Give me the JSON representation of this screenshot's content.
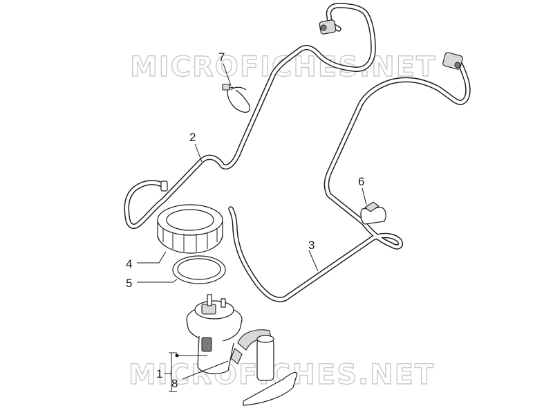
{
  "watermarks": [
    "MICROFICHES.NET",
    "MICROFICHES.NET"
  ],
  "callouts": [
    {
      "id": "part-7",
      "label": "7"
    },
    {
      "id": "part-2",
      "label": "2"
    },
    {
      "id": "part-6",
      "label": "6"
    },
    {
      "id": "part-3",
      "label": "3"
    },
    {
      "id": "part-4",
      "label": "4"
    },
    {
      "id": "part-5",
      "label": "5"
    },
    {
      "id": "part-1",
      "label": "1"
    },
    {
      "id": "part-8",
      "label": "8"
    }
  ]
}
